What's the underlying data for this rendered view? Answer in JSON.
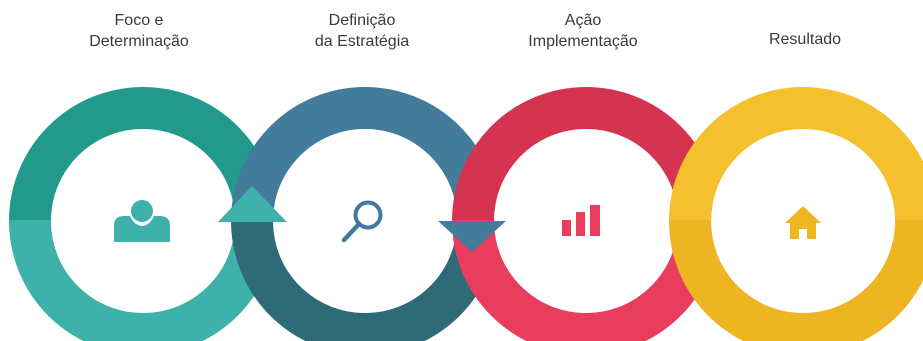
{
  "steps": [
    {
      "heading": "Foco e",
      "subheading": "Determinação",
      "icon": "person-icon",
      "colors": {
        "top": "#229a8b",
        "bottom": "#3eb1aa"
      }
    },
    {
      "heading": "Definição",
      "subheading": "da Estratégia",
      "icon": "search-icon",
      "colors": {
        "top": "#427c9a",
        "bottom": "#2e6b77"
      }
    },
    {
      "heading": "Ação",
      "subheading": "Implementação",
      "icon": "bar-chart-icon",
      "colors": {
        "top": "#d53450",
        "bottom": "#e83d5d"
      }
    },
    {
      "heading": "Resultado",
      "subheading": "",
      "icon": "home-icon",
      "colors": {
        "top": "#f4c02e",
        "bottom": "#eeb522"
      }
    }
  ]
}
